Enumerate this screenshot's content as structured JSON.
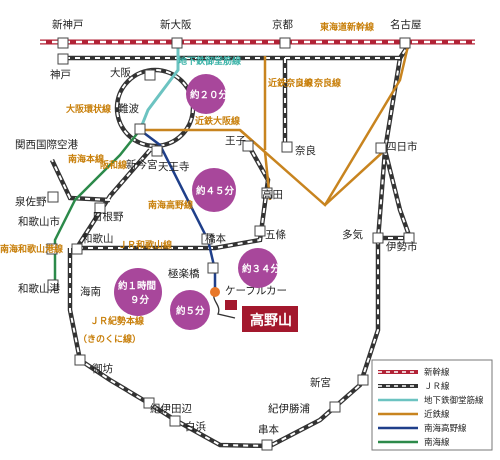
{
  "stations": {
    "shinkobe": "新神戸",
    "kobe": "神戸",
    "shinosaka": "新大阪",
    "osaka": "大阪",
    "kyoto": "京都",
    "nagoya": "名古屋",
    "namba": "難波",
    "tennoji": "天王寺",
    "shinimamiya": "新今宮",
    "kix": "関西国際空港",
    "izumisano": "泉佐野",
    "hineno": "日根野",
    "wakayamashi": "和歌山市",
    "wakayama": "和歌山",
    "wakayamako": "和歌山港",
    "kainan": "海南",
    "gobo": "御坊",
    "kiitanabe": "紀伊田辺",
    "shirahama": "白浜",
    "kushimoto": "串本",
    "kiikatsuura": "紀伊勝浦",
    "shingu": "新宮",
    "taki": "多気",
    "iseshi": "伊勢市",
    "yokkaichi": "四日市",
    "nara": "奈良",
    "oji": "王子",
    "takada": "高田",
    "gojo": "五條",
    "hashimoto": "橋本",
    "gokurakubashi": "極楽橋",
    "koyasan": "高野山"
  },
  "line_labels": {
    "tokaido": "東海道新幹線",
    "midosuji": "地下鉄御堂筋線",
    "kintetsu_nara": "近鉄奈良線",
    "jr_nara": "ＪＲ奈良線",
    "osaka_loop": "大阪環状線",
    "kintetsu_osaka": "近鉄大阪線",
    "nankai_main": "南海本線",
    "hanwa": "阪和線",
    "nankai_wakayamako": "南海和歌山港線",
    "nankai_koya": "南海高野線",
    "jr_wakayama": "ＪＲ和歌山線",
    "jr_kisei": "ＪＲ紀勢本線",
    "kinokuni": "（きのくに線）",
    "cable_car": "ケーブルカー"
  },
  "times": {
    "t1": "約２０分",
    "t2": "約４５分",
    "t3": "約３４分",
    "t4_line1": "約１時間",
    "t4_line2": "９分",
    "t5": "約５分"
  },
  "legend": [
    {
      "label": "新幹線",
      "color": "#b22236"
    },
    {
      "label": "ＪＲ線",
      "color": "#333333"
    },
    {
      "label": "地下鉄御堂筋線",
      "color": "#6cc3c1"
    },
    {
      "label": "近鉄線",
      "color": "#c8841f"
    },
    {
      "label": "南海高野線",
      "color": "#1f3f8a"
    },
    {
      "label": "南海線",
      "color": "#2c8a4a"
    }
  ],
  "colors": {
    "shinkansen": "#b22236",
    "jr": "#333333",
    "subway": "#6cc3c1",
    "kintetsu": "#c8841f",
    "nankai_koya": "#1f3f8a",
    "nankai": "#2c8a4a",
    "time_bubble": "#a8479b",
    "destination": "#a3182d",
    "cable_dot": "#e8782a"
  }
}
